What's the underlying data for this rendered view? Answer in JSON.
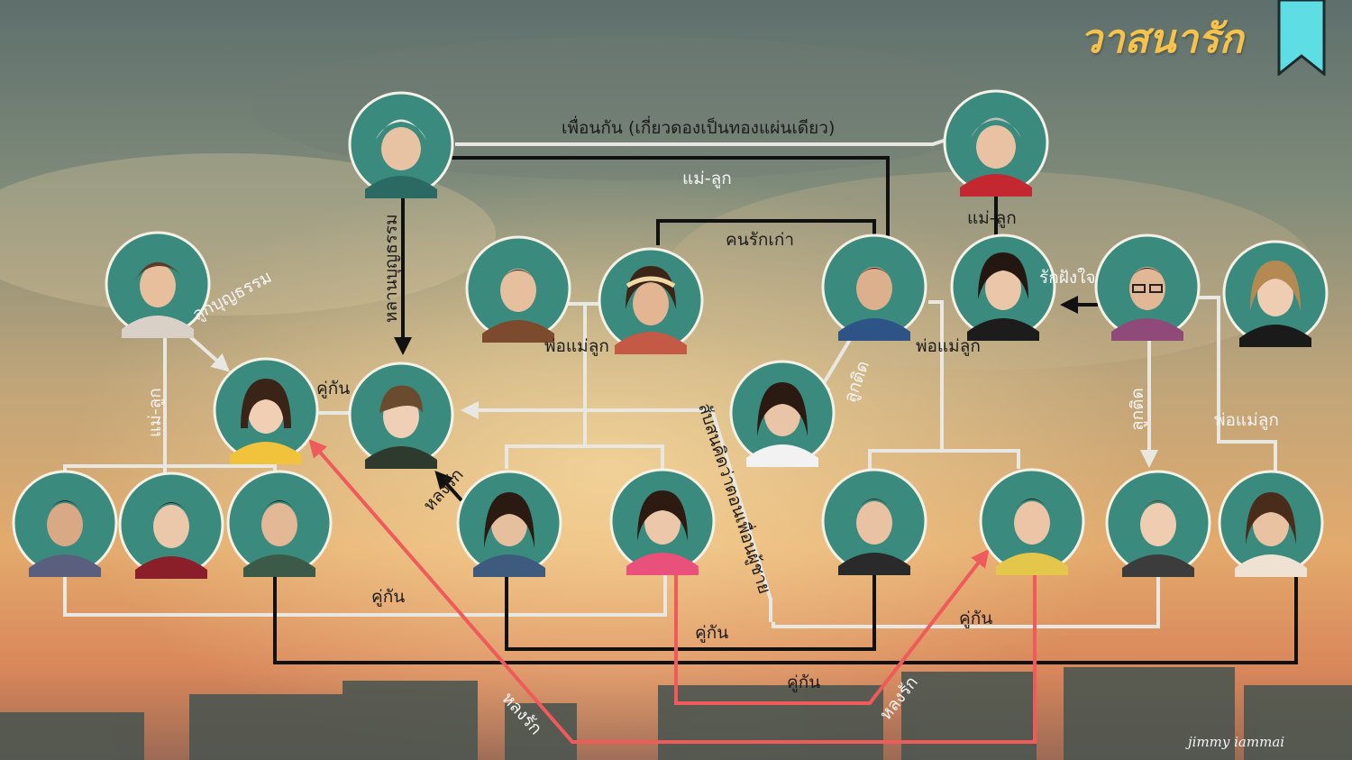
{
  "title": "วาสนารัก",
  "signature": "jimmy iammai",
  "colors": {
    "avatar_bg": "#3a8a7e",
    "line_light": "#e9e7e1",
    "line_dark": "#111111",
    "line_red": "#ef5a5a",
    "title": "#f6c24a",
    "bookmark": "#5fdde4"
  },
  "labels": {
    "friends": "เพื่อนกัน (เกี่ยวดองเป็นทองแผ่นเดียว)",
    "mother_child_top": "แม่-ลูก",
    "mother_child_right": "แม่-ลูก",
    "mother_child_left": "แม่-ลูก",
    "adopted_grandchild": "หลานบุญธรรม",
    "ex_lover": "คนรักเก่า",
    "adopted_child": "ลูกบุญธรรม",
    "parents_child_center": "พ่อแม่ลูก",
    "parents_child_right": "พ่อแม่ลูก",
    "parents_child_far_right": "พ่อแม่ลูก",
    "secret_love": "รักฝังใจ",
    "stepchild_left": "ลูกติด",
    "stepchild_right": "ลูกติด",
    "couple_upper": "คู่กัน",
    "couple_left": "คู่กัน",
    "couple_middle": "คู่กัน",
    "couple_right": "คู่กัน",
    "couple_red": "คู่กัน",
    "crush_center": "หลงรัก",
    "crush_red_left": "หลงรัก",
    "crush_red_right": "หลงรัก",
    "swapped": "สับสนคิดว่าตอนเพื่อนผู้ชาย"
  }
}
